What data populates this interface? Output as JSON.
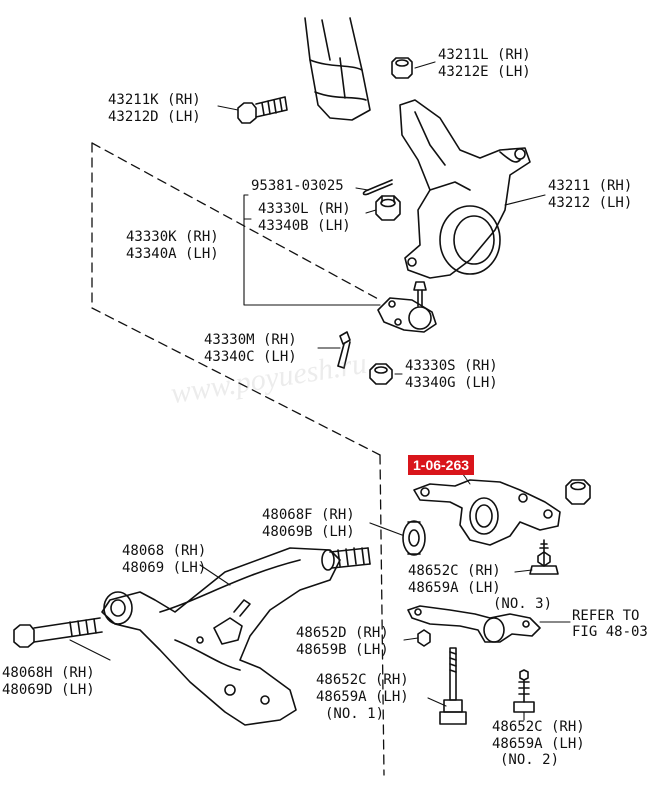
{
  "watermark": "www.poyuesh.ru",
  "badge": {
    "text": "1-06-263",
    "color": "#d9151b"
  },
  "labels": {
    "p43211l": "43211L (RH)",
    "p43212e": "43212E (LH)",
    "p43211k": "43211K (RH)",
    "p43212d": "43212D (LH)",
    "p95381": "95381-03025",
    "p43330l": "43330L (RH)",
    "p43340b": "43340B (LH)",
    "p43330k": "43330K (RH)",
    "p43340a": "43340A (LH)",
    "p43211": "43211 (RH)",
    "p43212": "43212 (LH)",
    "p43330m": "43330M (RH)",
    "p43340c": "43340C (LH)",
    "p43330s": "43330S (RH)",
    "p43340g": "43340G (LH)",
    "p48068f": "48068F (RH)",
    "p48069b": "48069B (LH)",
    "p48068": "48068 (RH)",
    "p48069": "48069 (LH)",
    "p48652c_a": "48652C (RH)",
    "p48659a_a": "48659A (LH)",
    "no3": "(NO. 3)",
    "refer1": "REFER TO",
    "refer2": "FIG 48-03",
    "p48652d": "48652D (RH)",
    "p48659b": "48659B (LH)",
    "p48068h": "48068H (RH)",
    "p48069d": "48069D (LH)",
    "p48652c_b": "48652C (RH)",
    "p48659a_b": "48659A (LH)",
    "no1": "(NO. 1)",
    "p48652c_c": "48652C (RH)",
    "p48659a_c": "48659A (LH)",
    "no2": "(NO. 2)"
  }
}
